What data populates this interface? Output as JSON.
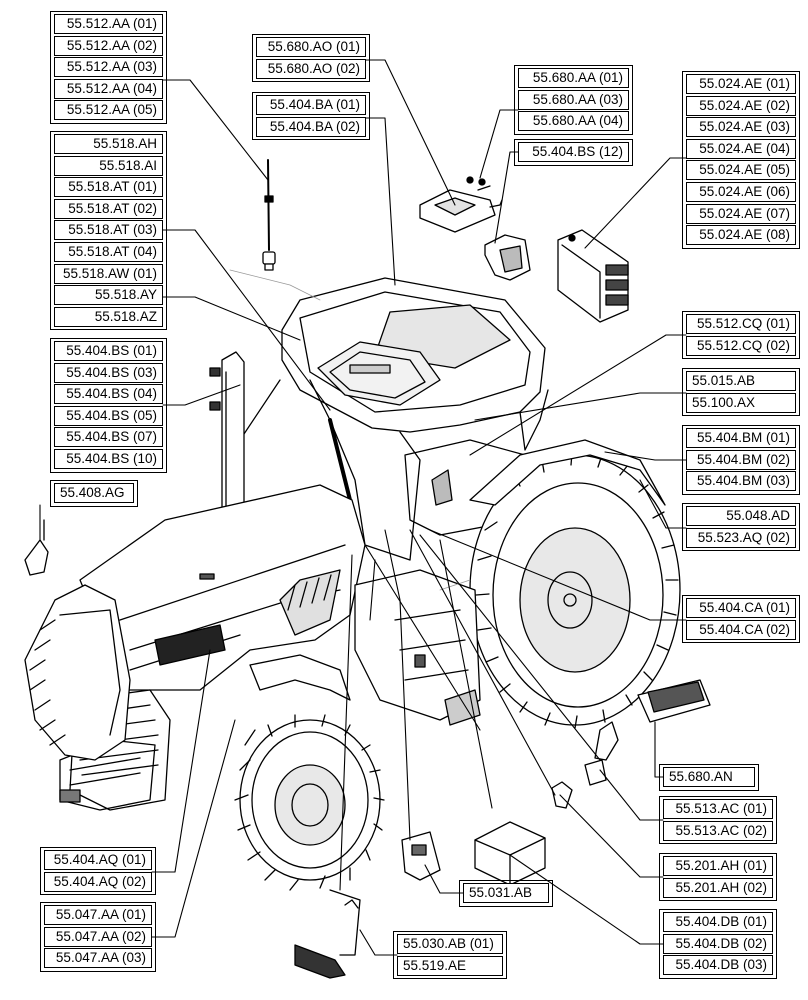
{
  "callouts": {
    "c55_512_AA": [
      "55.512.AA (01)",
      "55.512.AA (02)",
      "55.512.AA (03)",
      "55.512.AA (04)",
      "55.512.AA (05)"
    ],
    "c55_518": [
      "55.518.AH",
      "55.518.AI",
      "55.518.AT (01)",
      "55.518.AT (02)",
      "55.518.AT (03)",
      "55.518.AT (04)",
      "55.518.AW (01)",
      "55.518.AY",
      "55.518.AZ"
    ],
    "c55_404_BS_left": [
      "55.404.BS (01)",
      "55.404.BS (03)",
      "55.404.BS (04)",
      "55.404.BS (05)",
      "55.404.BS (07)",
      "55.404.BS (10)"
    ],
    "c55_408_AG": [
      "55.408.AG"
    ],
    "c55_680_AO": [
      "55.680.AO (01)",
      "55.680.AO (02)"
    ],
    "c55_404_BA": [
      "55.404.BA (01)",
      "55.404.BA (02)"
    ],
    "c55_680_AA": [
      "55.680.AA (01)",
      "55.680.AA (03)",
      "55.680.AA (04)"
    ],
    "c55_404_BS_12": [
      "55.404.BS (12)"
    ],
    "c55_024_AE": [
      "55.024.AE (01)",
      "55.024.AE (02)",
      "55.024.AE (03)",
      "55.024.AE (04)",
      "55.024.AE (05)",
      "55.024.AE (06)",
      "55.024.AE (07)",
      "55.024.AE (08)"
    ],
    "c55_512_CQ": [
      "55.512.CQ (01)",
      "55.512.CQ (02)"
    ],
    "c55_015_100": [
      "55.015.AB",
      "55.100.AX"
    ],
    "c55_404_BM": [
      "55.404.BM (01)",
      "55.404.BM (02)",
      "55.404.BM (03)"
    ],
    "c55_048_523": [
      "55.048.AD",
      "55.523.AQ (02)"
    ],
    "c55_404_CA": [
      "55.404.CA (01)",
      "55.404.CA (02)"
    ],
    "c55_680_AN": [
      "55.680.AN"
    ],
    "c55_513_AC": [
      "55.513.AC (01)",
      "55.513.AC (02)"
    ],
    "c55_201_AH": [
      "55.201.AH (01)",
      "55.201.AH (02)"
    ],
    "c55_404_DB": [
      "55.404.DB (01)",
      "55.404.DB (02)",
      "55.404.DB (03)"
    ],
    "c55_404_AQ": [
      "55.404.AQ (01)",
      "55.404.AQ (02)"
    ],
    "c55_047_AA": [
      "55.047.AA (01)",
      "55.047.AA (02)",
      "55.047.AA (03)"
    ],
    "c55_031_AB": [
      "55.031.AB"
    ],
    "c55_030_519": [
      "55.030.AB (01)",
      "55.519.AE"
    ]
  },
  "colors": {
    "line": "#000000",
    "background": "#ffffff",
    "shade": "#d9d9d9"
  }
}
